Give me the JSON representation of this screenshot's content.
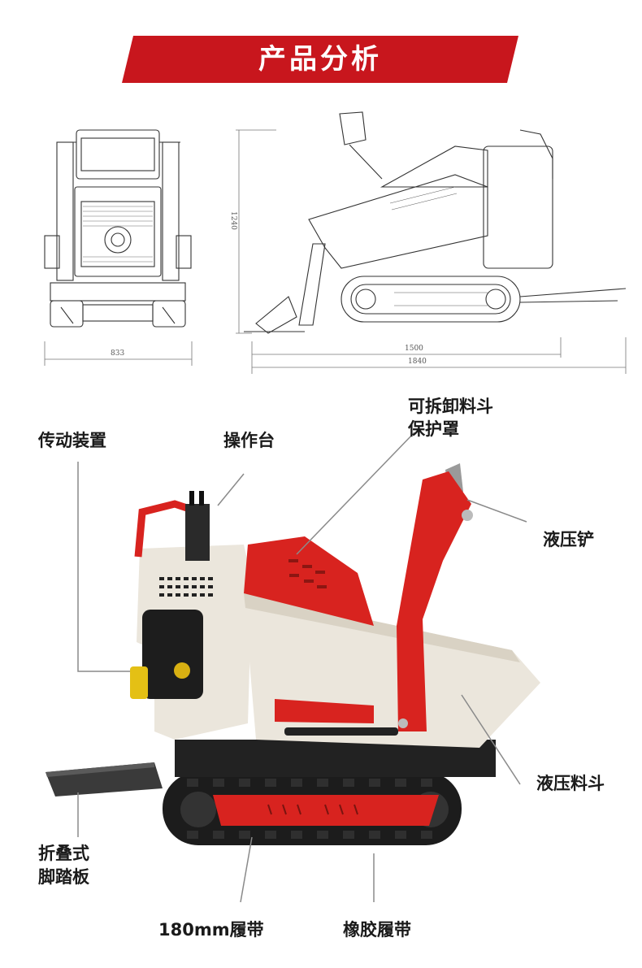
{
  "banner": {
    "title": "产品分析",
    "color": "#c8161d"
  },
  "dimensions": {
    "width": "833",
    "height": "1240",
    "length_body": "1500",
    "length_total": "1840"
  },
  "labels": {
    "transmission": "传动装置",
    "console": "操作台",
    "guard_line1": "可拆卸料斗",
    "guard_line2": "保护罩",
    "shovel": "液压铲",
    "bucket": "液压料斗",
    "pedal_line1": "折叠式",
    "pedal_line2": "脚踏板",
    "track_180": "180mm履带",
    "rubber_track": "橡胶履带"
  },
  "colors": {
    "machine_red": "#d8231f",
    "machine_body": "#ebe6dc",
    "track": "#1c1c1c"
  }
}
